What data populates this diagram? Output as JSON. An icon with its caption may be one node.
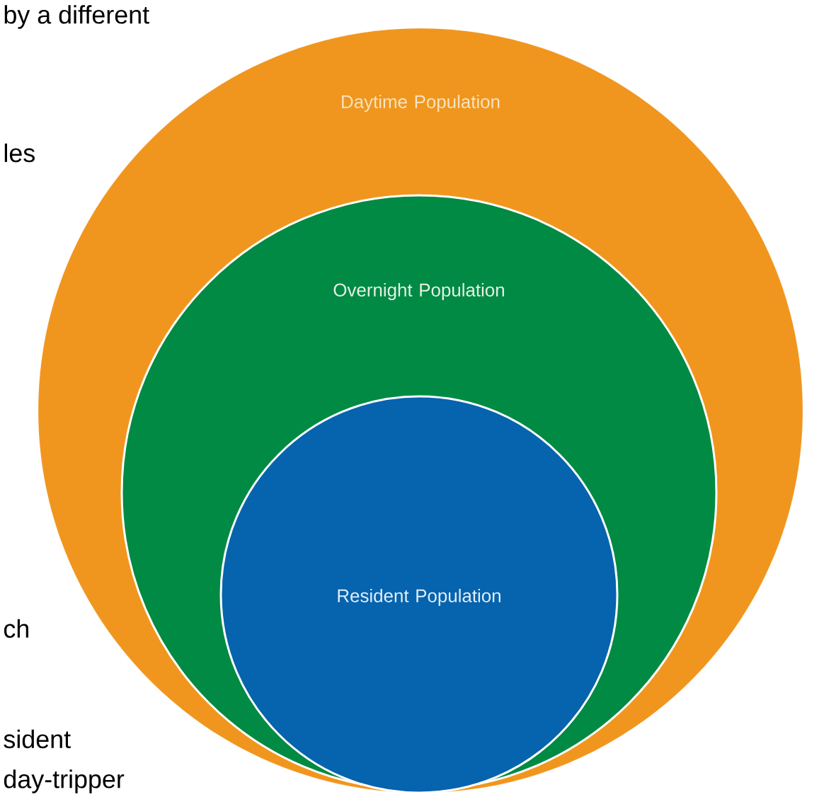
{
  "diagram": {
    "nodes": [
      {
        "text": [
          "Daytime Population"
        ]
      },
      {
        "text": [
          "Overnight Population"
        ],
        "in": 0
      },
      {
        "text": [
          "Resident Population"
        ],
        "in": 1
      }
    ],
    "labels": [
      "by a different",
      "les",
      "ch",
      "sident",
      "day-tripper"
    ]
  }
}
